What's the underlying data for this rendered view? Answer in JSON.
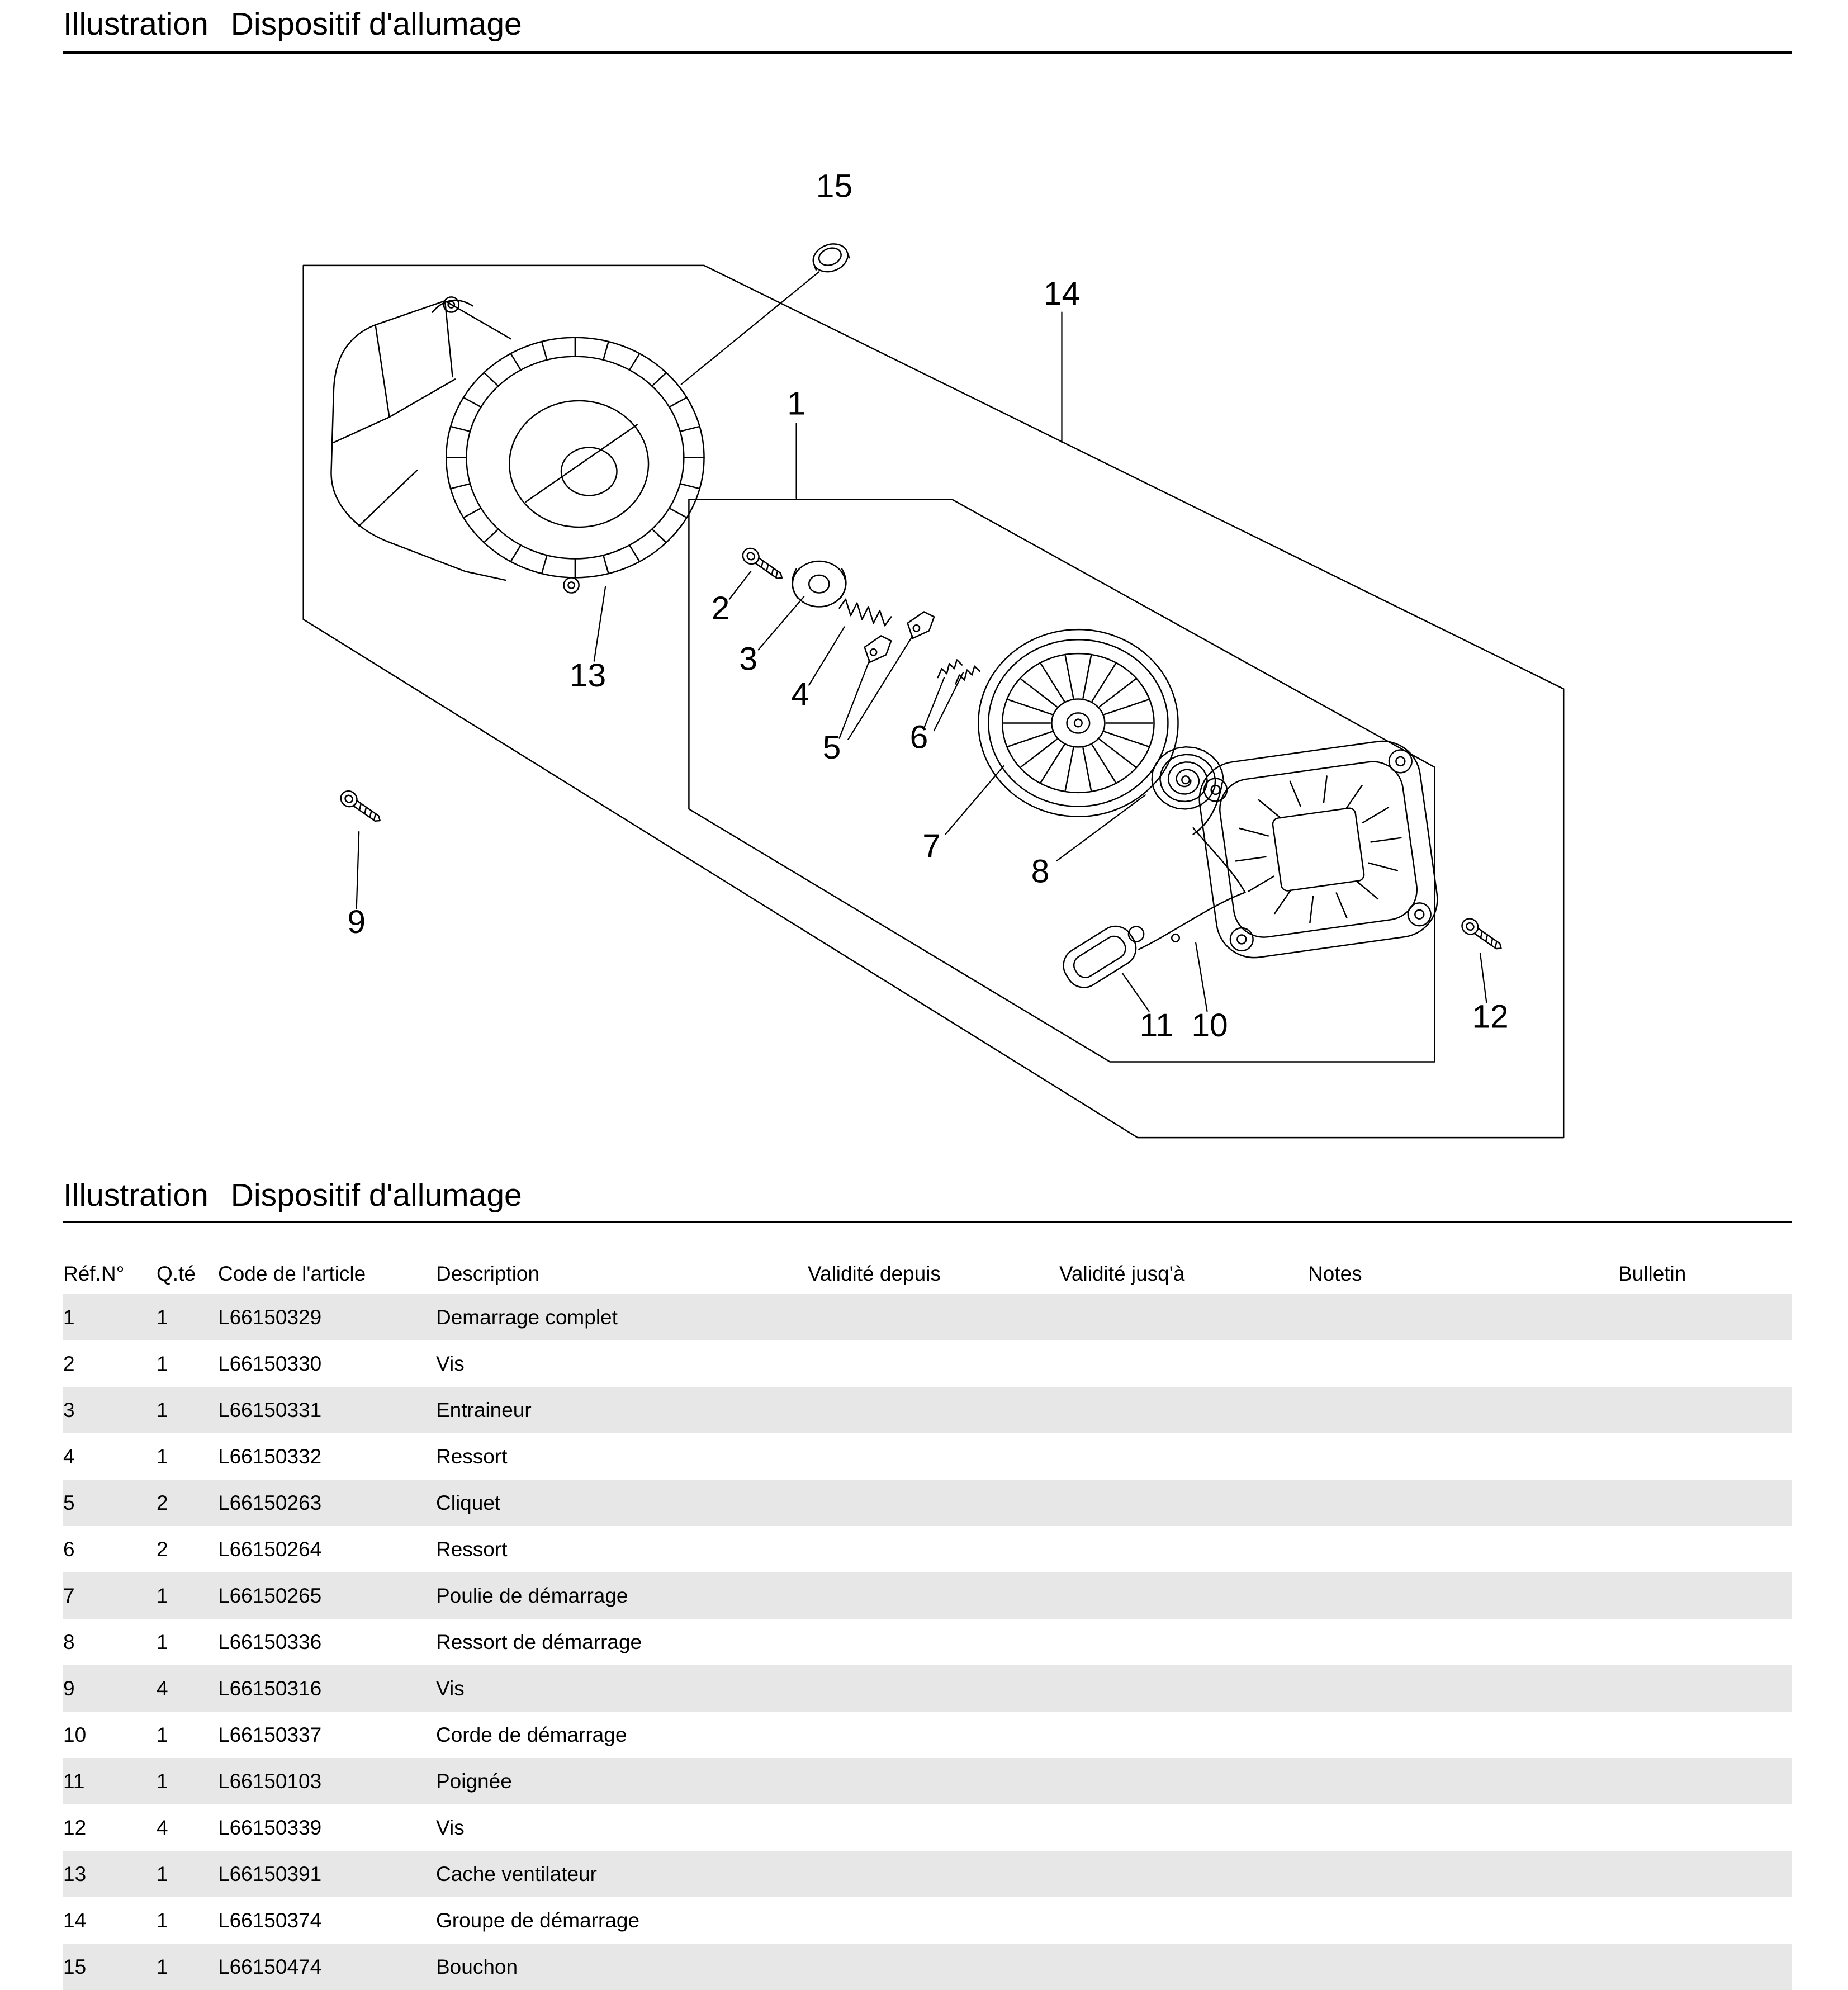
{
  "header": {
    "title_word1": "Illustration",
    "title_word2": "Dispositif d'allumage"
  },
  "section": {
    "title_word1": "Illustration",
    "title_word2": "Dispositif d'allumage"
  },
  "diagram": {
    "callouts": [
      "1",
      "2",
      "3",
      "4",
      "5",
      "6",
      "7",
      "8",
      "9",
      "10",
      "11",
      "12",
      "13",
      "14",
      "15"
    ]
  },
  "table": {
    "headers": {
      "ref": "Réf.N°",
      "qty": "Q.té",
      "code": "Code de l'article",
      "desc": "Description",
      "valid_from": "Validité depuis",
      "valid_to": "Validité jusq'à",
      "notes": "Notes",
      "bulletin": "Bulletin"
    },
    "rows": [
      {
        "ref": "1",
        "qty": "1",
        "code": "L66150329",
        "desc": "Demarrage complet",
        "valid_from": "",
        "valid_to": "",
        "notes": "",
        "bulletin": ""
      },
      {
        "ref": "2",
        "qty": "1",
        "code": "L66150330",
        "desc": "Vis",
        "valid_from": "",
        "valid_to": "",
        "notes": "",
        "bulletin": ""
      },
      {
        "ref": "3",
        "qty": "1",
        "code": "L66150331",
        "desc": "Entraineur",
        "valid_from": "",
        "valid_to": "",
        "notes": "",
        "bulletin": ""
      },
      {
        "ref": "4",
        "qty": "1",
        "code": "L66150332",
        "desc": "Ressort",
        "valid_from": "",
        "valid_to": "",
        "notes": "",
        "bulletin": ""
      },
      {
        "ref": "5",
        "qty": "2",
        "code": "L66150263",
        "desc": "Cliquet",
        "valid_from": "",
        "valid_to": "",
        "notes": "",
        "bulletin": ""
      },
      {
        "ref": "6",
        "qty": "2",
        "code": "L66150264",
        "desc": "Ressort",
        "valid_from": "",
        "valid_to": "",
        "notes": "",
        "bulletin": ""
      },
      {
        "ref": "7",
        "qty": "1",
        "code": "L66150265",
        "desc": "Poulie de démarrage",
        "valid_from": "",
        "valid_to": "",
        "notes": "",
        "bulletin": ""
      },
      {
        "ref": "8",
        "qty": "1",
        "code": "L66150336",
        "desc": "Ressort de démarrage",
        "valid_from": "",
        "valid_to": "",
        "notes": "",
        "bulletin": ""
      },
      {
        "ref": "9",
        "qty": "4",
        "code": "L66150316",
        "desc": "Vis",
        "valid_from": "",
        "valid_to": "",
        "notes": "",
        "bulletin": ""
      },
      {
        "ref": "10",
        "qty": "1",
        "code": "L66150337",
        "desc": "Corde de démarrage",
        "valid_from": "",
        "valid_to": "",
        "notes": "",
        "bulletin": ""
      },
      {
        "ref": "11",
        "qty": "1",
        "code": "L66150103",
        "desc": "Poignée",
        "valid_from": "",
        "valid_to": "",
        "notes": "",
        "bulletin": ""
      },
      {
        "ref": "12",
        "qty": "4",
        "code": "L66150339",
        "desc": "Vis",
        "valid_from": "",
        "valid_to": "",
        "notes": "",
        "bulletin": ""
      },
      {
        "ref": "13",
        "qty": "1",
        "code": "L66150391",
        "desc": "Cache ventilateur",
        "valid_from": "",
        "valid_to": "",
        "notes": "",
        "bulletin": ""
      },
      {
        "ref": "14",
        "qty": "1",
        "code": "L66150374",
        "desc": "Groupe de démarrage",
        "valid_from": "",
        "valid_to": "",
        "notes": "",
        "bulletin": ""
      },
      {
        "ref": "15",
        "qty": "1",
        "code": "L66150474",
        "desc": "Bouchon",
        "valid_from": "",
        "valid_to": "",
        "notes": "",
        "bulletin": ""
      }
    ]
  },
  "colors": {
    "zebra_row": "#e7e7e7",
    "line": "#000000",
    "text": "#000000"
  }
}
